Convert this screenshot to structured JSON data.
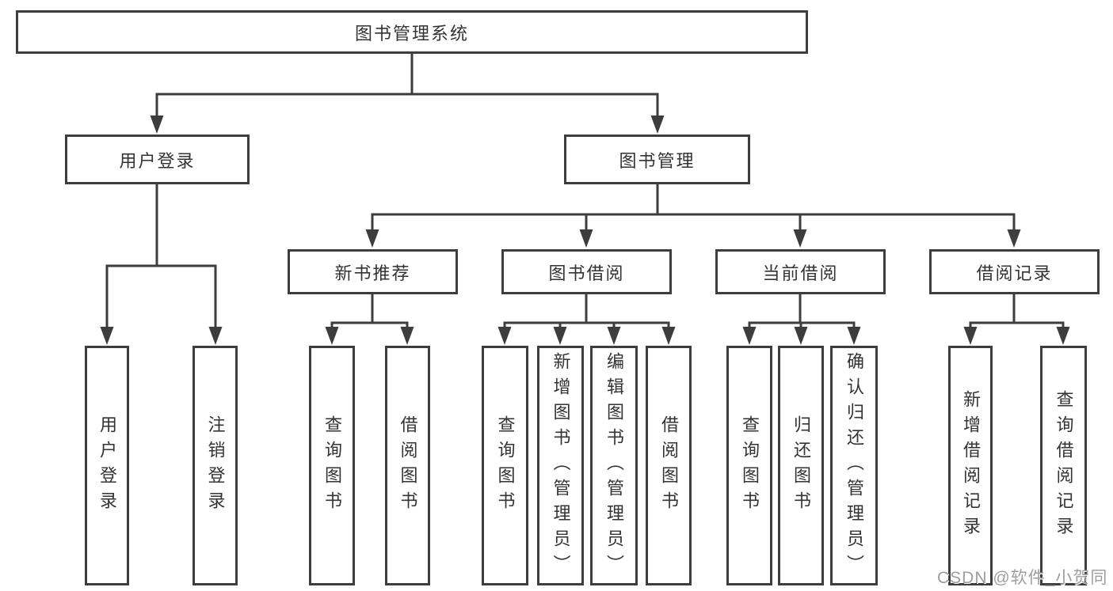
{
  "diagram": {
    "root": "图书管理系统",
    "branches": [
      {
        "label": "用户登录",
        "leaves": [
          "用户登录",
          "注销登录"
        ]
      },
      {
        "label": "图书管理",
        "sections": [
          {
            "label": "新书推荐",
            "leaves": [
              "查询图书",
              "借阅图书"
            ]
          },
          {
            "label": "图书借阅",
            "leaves": [
              "查询图书",
              "新增图书（管理员）",
              "编辑图书（管理员）",
              "借阅图书"
            ]
          },
          {
            "label": "当前借阅",
            "leaves": [
              "查询图书",
              "归还图书",
              "确认归还（管理员）"
            ]
          },
          {
            "label": "借阅记录",
            "leaves": [
              "新增借阅记录",
              "查询借阅记录"
            ]
          }
        ]
      }
    ]
  },
  "colors": {
    "line": "#3d3d3d",
    "text": "#333333",
    "watermark": "#9e9e9e",
    "background": "#ffffff"
  },
  "watermark": {
    "text": "CSDN @软件_小贺同学"
  }
}
